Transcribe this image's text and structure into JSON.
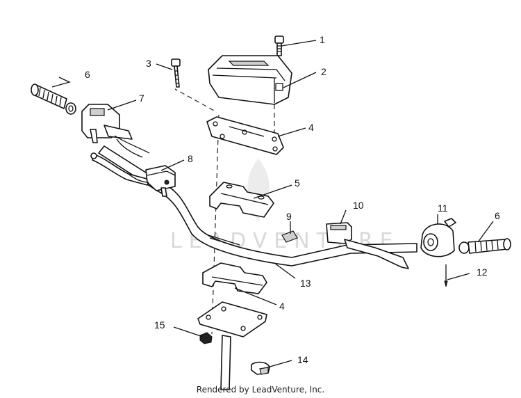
{
  "diagram": {
    "watermark": "LEADVENTURE",
    "callouts": [
      "1",
      "2",
      "3",
      "4",
      "5",
      "6",
      "7",
      "8",
      "9",
      "10",
      "11",
      "12",
      "13",
      "14",
      "15"
    ]
  },
  "footer": {
    "text": "Rendered by LeadVenture, Inc."
  }
}
